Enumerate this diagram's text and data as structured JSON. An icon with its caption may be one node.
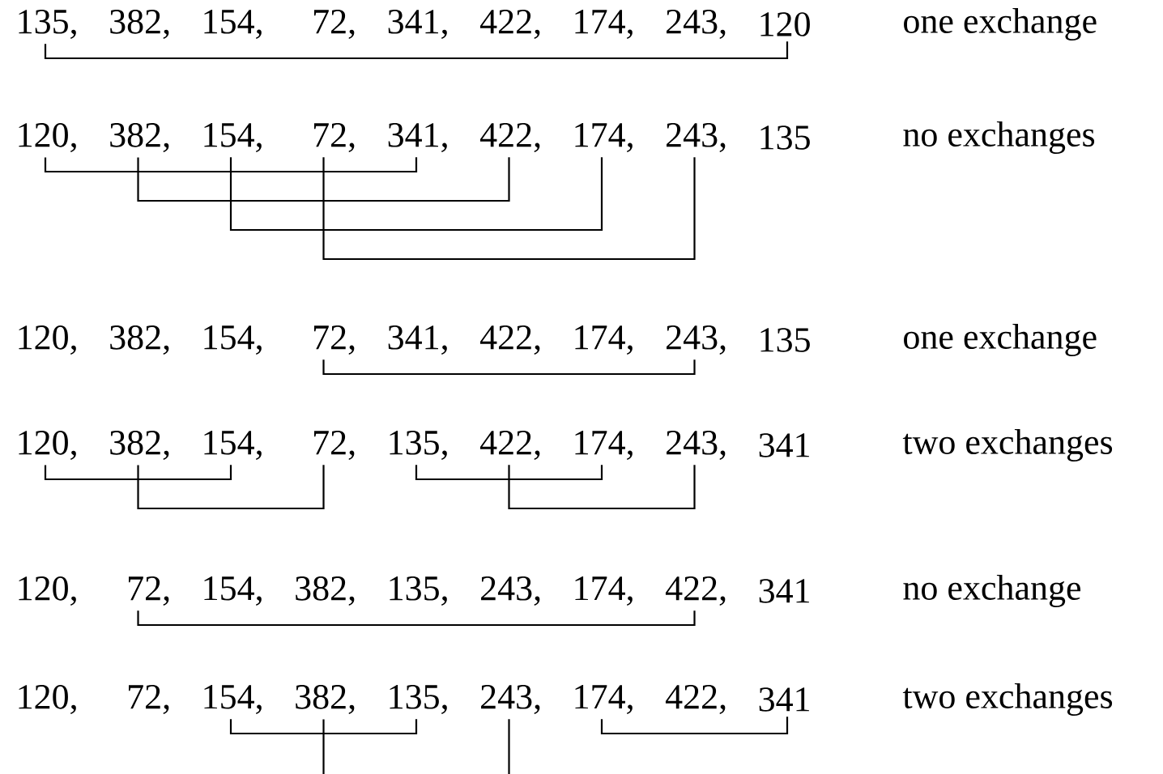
{
  "diagram": {
    "nodes": [
      {
        "text": [
          "135,"
        ]
      },
      {
        "text": [
          "382,"
        ]
      },
      {
        "text": [
          "154,"
        ]
      },
      {
        "text": [
          "72,"
        ]
      },
      {
        "text": [
          "341,"
        ]
      },
      {
        "text": [
          "422,"
        ]
      },
      {
        "text": [
          "174,"
        ]
      },
      {
        "text": [
          "243,"
        ]
      },
      {
        "text": [
          "120"
        ]
      },
      {
        "text": [
          "120,"
        ]
      },
      {
        "text": [
          "382,"
        ]
      },
      {
        "text": [
          "154,"
        ]
      },
      {
        "text": [
          "72,"
        ]
      },
      {
        "text": [
          "341,"
        ]
      },
      {
        "text": [
          "422,"
        ]
      },
      {
        "text": [
          "174,"
        ]
      },
      {
        "text": [
          "243,"
        ]
      },
      {
        "text": [
          "135"
        ]
      },
      {
        "text": [
          "120,"
        ]
      },
      {
        "text": [
          "382,"
        ]
      },
      {
        "text": [
          "154,"
        ]
      },
      {
        "text": [
          "72,"
        ]
      },
      {
        "text": [
          "341,"
        ]
      },
      {
        "text": [
          "422,"
        ]
      },
      {
        "text": [
          "174,"
        ]
      },
      {
        "text": [
          "243,"
        ]
      },
      {
        "text": [
          "135"
        ]
      },
      {
        "text": [
          "120,"
        ]
      },
      {
        "text": [
          "382,"
        ]
      },
      {
        "text": [
          "154,"
        ]
      },
      {
        "text": [
          "72,"
        ]
      },
      {
        "text": [
          "135,"
        ]
      },
      {
        "text": [
          "422,"
        ]
      },
      {
        "text": [
          "174,"
        ]
      },
      {
        "text": [
          "243,"
        ]
      },
      {
        "text": [
          "341"
        ]
      },
      {
        "text": [
          "120,"
        ]
      },
      {
        "text": [
          "72,"
        ]
      },
      {
        "text": [
          "154,"
        ]
      },
      {
        "text": [
          "382,"
        ]
      },
      {
        "text": [
          "135,"
        ]
      },
      {
        "text": [
          "243,"
        ]
      },
      {
        "text": [
          "174,"
        ]
      },
      {
        "text": [
          "422,"
        ]
      },
      {
        "text": [
          "341"
        ]
      },
      {
        "text": [
          "120,"
        ]
      },
      {
        "text": [
          "72,"
        ]
      },
      {
        "text": [
          "154,"
        ]
      },
      {
        "text": [
          "382,"
        ]
      },
      {
        "text": [
          "135,"
        ]
      },
      {
        "text": [
          "243,"
        ]
      },
      {
        "text": [
          "174,"
        ]
      },
      {
        "text": [
          "422,"
        ]
      },
      {
        "text": [
          "341"
        ]
      }
    ],
    "edges": [
      {
        "from": 0,
        "to": 8,
        "arrow": "none"
      },
      {
        "from": 9,
        "to": 13,
        "arrow": "none"
      },
      {
        "from": 10,
        "to": 14,
        "arrow": "none"
      },
      {
        "from": 11,
        "to": 15,
        "arrow": "none"
      },
      {
        "from": 12,
        "to": 16,
        "arrow": "none"
      },
      {
        "from": 21,
        "to": 25,
        "arrow": "none"
      },
      {
        "from": 27,
        "to": 29,
        "arrow": "none"
      },
      {
        "from": 28,
        "to": 30,
        "arrow": "none"
      },
      {
        "from": 31,
        "to": 33,
        "arrow": "none"
      },
      {
        "from": 32,
        "to": 34,
        "arrow": "none"
      },
      {
        "from": 37,
        "to": 43,
        "arrow": "none"
      },
      {
        "from": 47,
        "to": 49,
        "arrow": "none"
      },
      {
        "from": 48,
        "to": 50,
        "arrow": "none"
      },
      {
        "from": 51,
        "to": 53,
        "arrow": "none"
      }
    ],
    "labels": [
      "one exchange",
      "no exchanges",
      "one exchange",
      "two exchanges",
      "no exchange",
      "two exchanges"
    ]
  }
}
